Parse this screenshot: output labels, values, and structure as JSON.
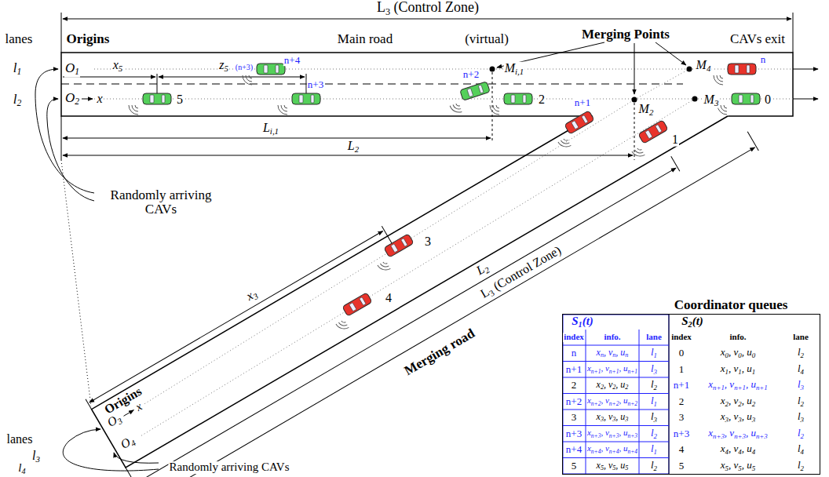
{
  "diagram": {
    "nodes": [
      {
        "text": [
          "Coordinator queues"
        ]
      }
    ],
    "labels": [
      "L3 (Control Zone)",
      "lanes",
      "Origins",
      "Main road",
      "(virtual)",
      "Merging Points",
      "CAVs exit",
      "l1",
      "O1",
      "x5",
      "z5",
      "(n+3)",
      "n+4",
      "n+2",
      "Mi,1",
      "M4",
      "n",
      "l2",
      "O2",
      "x",
      "5",
      "n+3",
      "2",
      "n+1",
      "M2",
      "M3",
      "0",
      "Li,1",
      "L2",
      "1",
      "Randomly arriving CAVs",
      "x3",
      "3",
      "4",
      "L2",
      "L3 (Control Zone)",
      "Merging road",
      "Origins",
      "O3",
      "x",
      "O4",
      "lanes",
      "l3",
      "l4",
      "Randomly arriving CAVs",
      "S1(t)",
      "index",
      "info.",
      "lane",
      "S2(t)",
      "index",
      "info.",
      "lane",
      "n",
      "xn, vn, un",
      "l1",
      "0",
      "x0, v0, u0",
      "l2",
      "n+1",
      "xn+1, vn+1, un+1",
      "l3",
      "1",
      "x1, v1, u1",
      "l4",
      "2",
      "x2, v2, u2",
      "l2",
      "n+1",
      "xn+1, vn+1, un+1",
      "l3",
      "n+2",
      "xn+2, vn+2, un+2",
      "l1",
      "2",
      "x2, v2, u2",
      "l2",
      "3",
      "x3, v3, u3",
      "l3",
      "3",
      "x3, v3, u3",
      "l3",
      "n+3",
      "xn+3, vn+3, un+3",
      "l2",
      "n+3",
      "xn+3, vn+3, un+3",
      "l2",
      "n+4",
      "xn+4, vn+4, un+4",
      "l1",
      "4",
      "x4, v4, u4",
      "l4",
      "5",
      "x5, v5, u5",
      "l2",
      "5",
      "x5, v5, u5",
      "l2"
    ]
  }
}
